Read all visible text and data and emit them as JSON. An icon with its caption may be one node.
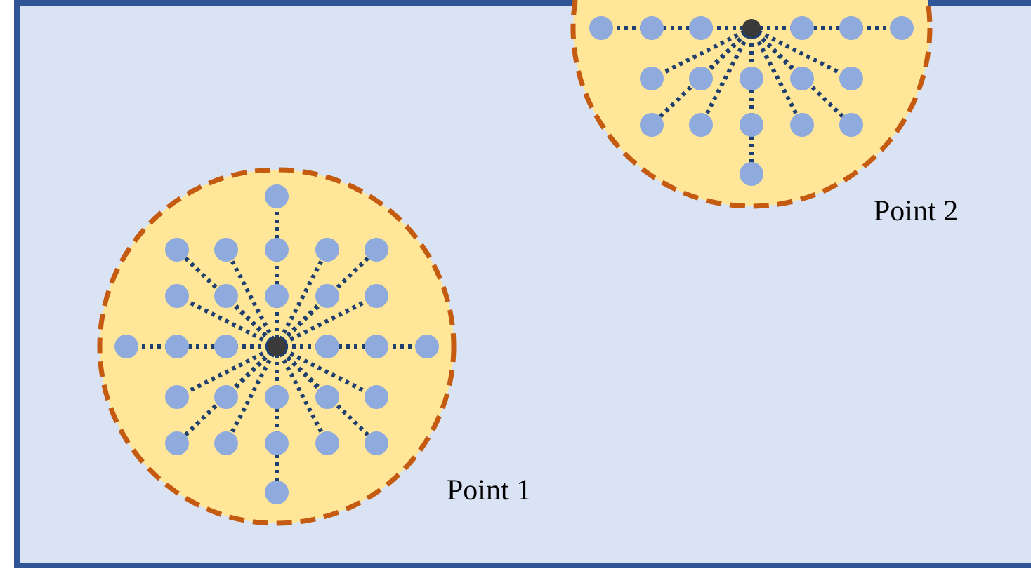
{
  "diagram": {
    "nodes": [
      {
        "text": [],
        "shape": "circle",
        "beside": [
          "Point 1"
        ]
      },
      {
        "text": [],
        "shape": "circle",
        "beside": [
          "Point 2"
        ]
      }
    ]
  }
}
